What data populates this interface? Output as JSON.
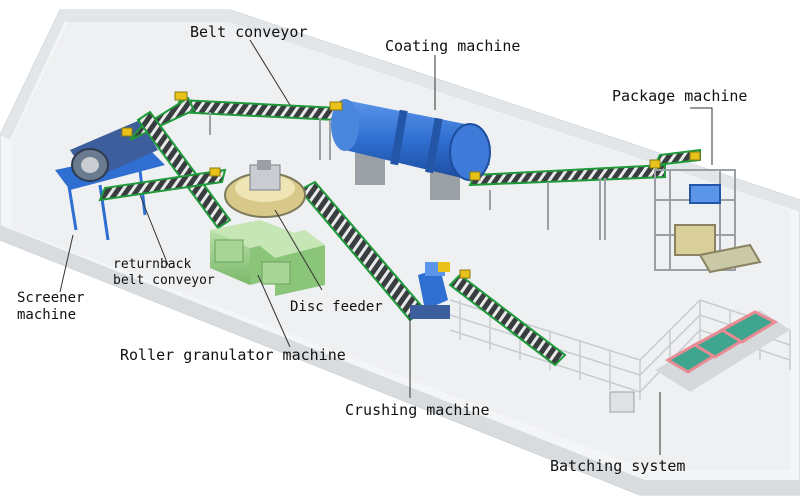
{
  "labels": {
    "belt_conveyor": "Belt conveyor",
    "coating_machine": "Coating machine",
    "package_machine": "Package machine",
    "returnback_line1": "returnback",
    "returnback_line2": "belt conveyor",
    "screener_line1": "Screener",
    "screener_line2": "machine",
    "disc_feeder": "Disc feeder",
    "roller_granulator": "Roller granulator machine",
    "crushing_machine": "Crushing machine",
    "batching_system": "Batching system"
  },
  "colors": {
    "floor": "#f4f5f6",
    "wall": "#dfe2e5",
    "belt_frame": "#1e9a3a",
    "belt_surface": "#3a3d40",
    "drum_blue": "#2f6fd1",
    "machine_green": "#9bcf8a",
    "batching_bin": "#e88b93",
    "batching_tray": "#3fa58e",
    "steel": "#aeb6bf",
    "yellow_motor": "#e8c21a"
  },
  "icons": [
    "belt-conveyor-icon",
    "coating-drum-icon",
    "package-tower-icon",
    "screener-drum-icon",
    "disc-feeder-icon",
    "roller-granulator-icon",
    "crusher-icon",
    "batching-bins-icon"
  ]
}
